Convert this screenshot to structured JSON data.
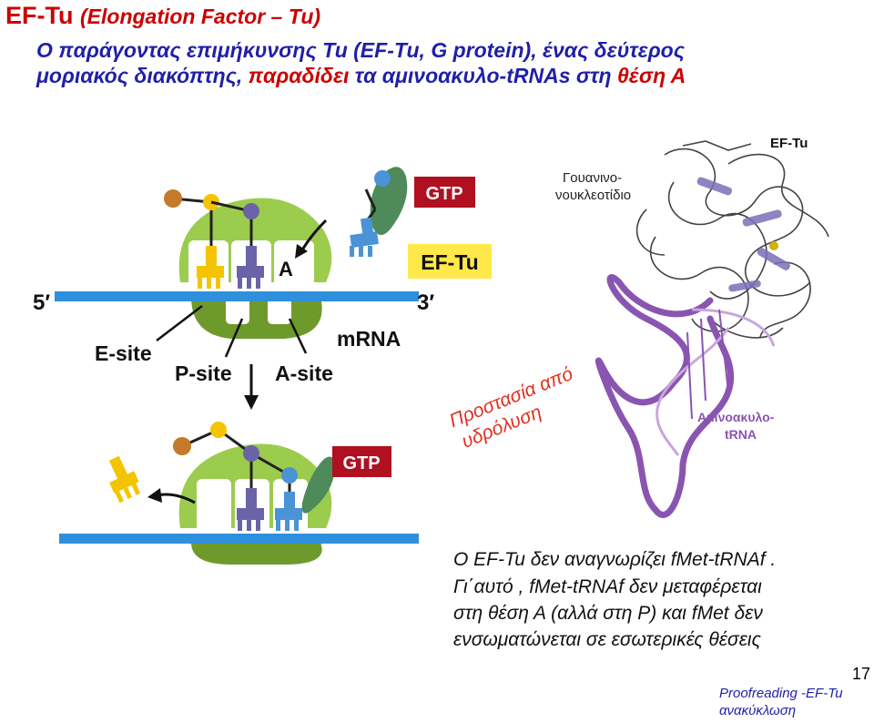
{
  "header": {
    "title_main": "EF-Tu",
    "title_sub": "(Elongation Factor – Tu)",
    "line2": "Ο παράγοντας επιμήκυνσης Tu (EF-Tu, G protein), ένας δεύτερος",
    "line3_a": "μοριακός διακόπτης, ",
    "line3_b": "παραδίδει",
    "line3_c": " τα αμινοακυλο-tRNAs στη ",
    "line3_d": "θέση Α"
  },
  "diagram": {
    "gtp": "GTP",
    "eftu": "EF-Tu",
    "a_label": "A",
    "five_prime": "5′",
    "three_prime": "3′",
    "mrna": "mRNA",
    "e_site": "E-site",
    "p_site": "P-site",
    "a_site": "A-site"
  },
  "structure": {
    "eftu_label": "EF-Tu",
    "gnuc_1": "Γουανινο-",
    "gnuc_2": "νουκλεοτίδιο",
    "proof_1": "Προστασία από",
    "proof_2": "υδρόλυση",
    "aa_1": "Αμινοακυλο-",
    "aa_2": "tRNA"
  },
  "notes": {
    "line1": "Ο EF-Tu  δεν αναγνωρίζει  fMet-tRNAf .",
    "line2": "Γι΄αυτό , fMet-tRNAf  δεν μεταφέρεται",
    "line3": "στη θέση Α (αλλά στη Ρ)  και  fMet  δεν",
    "line4": "ενσωματώνεται σε εσωτερικές θέσεις"
  },
  "footer": {
    "page_number": "17",
    "line1": "Proofreading -EF-Tu",
    "line2": "ανακύκλωση"
  },
  "colors": {
    "title_red": "#cc0000",
    "text_blue": "#1f1fa8",
    "ribosome_light": "#9ccc4e",
    "ribosome_dark": "#6e9a2c",
    "mrna_blue": "#2e8fdc",
    "trna_yellow": "#f5c400",
    "trna_purple": "#6b63a8",
    "trna_blue": "#4a93d6",
    "gtp_red": "#b01020",
    "eftu_green": "#4e8a5a",
    "eftu_label_bg": "#ffe94a",
    "rna_violet": "#8a55b0"
  }
}
